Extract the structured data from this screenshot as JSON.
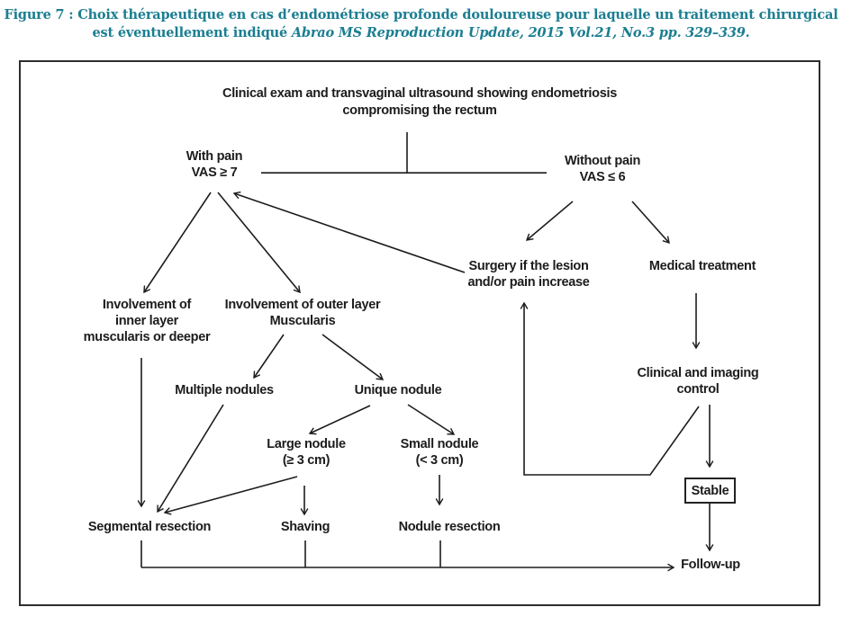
{
  "caption": {
    "line1": "Figure 7 : Choix thérapeutique en cas d’endométriose profonde douloureuse pour laquelle un traitement chirurgical",
    "line2_plain": "est éventuellement indiqué ",
    "line2_citation": "Abrao MS Reproduction Update, 2015 Vol.21, No.3 pp. 329–339."
  },
  "colors": {
    "caption_text": "#1b7e91",
    "diagram_text": "#1c1c1c",
    "connector": "#1c1c1c",
    "frame_border": "#2e2e2e",
    "background": "#ffffff"
  },
  "nodes": {
    "root": "Clinical exam and transvaginal ultrasound showing endometriosis\ncompromising the rectum",
    "with_pain": "With pain\nVAS ≥ 7",
    "without_pain": "Without pain\nVAS ≤ 6",
    "surgery_if_increase": "Surgery if the lesion\nand/or pain increase",
    "medical_treatment": "Medical treatment",
    "inner_layer": "Involvement of\ninner layer\nmuscularis or deeper",
    "outer_layer": "Involvement of outer layer\nMuscularis",
    "multiple_nodules": "Multiple nodules",
    "unique_nodule": "Unique nodule",
    "clinical_control": "Clinical and imaging\ncontrol",
    "large_nodule": "Large nodule\n(≥ 3 cm)",
    "small_nodule": "Small nodule\n(< 3 cm)",
    "segmental_resection": "Segmental resection",
    "shaving": "Shaving",
    "nodule_resection": "Nodule resection",
    "stable": "Stable",
    "follow_up": "Follow-up"
  },
  "edges": [
    {
      "from": "root",
      "to": "with_pain"
    },
    {
      "from": "root",
      "to": "without_pain"
    },
    {
      "from": "with_pain",
      "to": "inner_layer"
    },
    {
      "from": "with_pain",
      "to": "outer_layer"
    },
    {
      "from": "surgery_if_increase",
      "to": "with_pain"
    },
    {
      "from": "without_pain",
      "to": "surgery_if_increase"
    },
    {
      "from": "without_pain",
      "to": "medical_treatment"
    },
    {
      "from": "medical_treatment",
      "to": "clinical_control"
    },
    {
      "from": "clinical_control",
      "to": "stable"
    },
    {
      "from": "clinical_control",
      "to": "surgery_if_increase"
    },
    {
      "from": "outer_layer",
      "to": "multiple_nodules"
    },
    {
      "from": "outer_layer",
      "to": "unique_nodule"
    },
    {
      "from": "unique_nodule",
      "to": "large_nodule"
    },
    {
      "from": "unique_nodule",
      "to": "small_nodule"
    },
    {
      "from": "inner_layer",
      "to": "segmental_resection"
    },
    {
      "from": "multiple_nodules",
      "to": "segmental_resection"
    },
    {
      "from": "large_nodule",
      "to": "segmental_resection"
    },
    {
      "from": "large_nodule",
      "to": "shaving"
    },
    {
      "from": "small_nodule",
      "to": "nodule_resection"
    },
    {
      "from": "stable",
      "to": "follow_up"
    },
    {
      "from": "segmental_resection",
      "to": "follow_up"
    },
    {
      "from": "shaving",
      "to": "follow_up"
    },
    {
      "from": "nodule_resection",
      "to": "follow_up"
    }
  ]
}
